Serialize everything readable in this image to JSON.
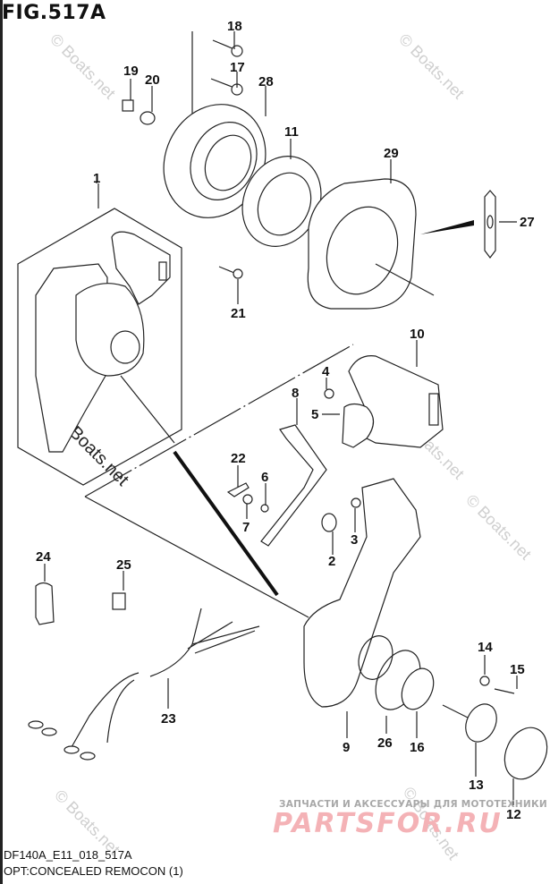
{
  "figure": {
    "title": "FIG.517A",
    "diagram_code": "DF140A_E11_018_517A",
    "caption": "OPT:CONCEALED REMOCON (1)"
  },
  "watermarks": {
    "boats": "© Boats.net",
    "partsfor_tagline": "ЗАПЧАСТИ И АКСЕССУАРЫ ДЛЯ МОТОТЕХНИКИ",
    "partsfor_brand": "PARTSFOR.RU"
  },
  "colors": {
    "line": "#222222",
    "watermark_gray": "#cfcfcf",
    "brand_pink": "#f4b2b6"
  },
  "callouts": [
    {
      "id": "1",
      "part": "remote-control-assembly"
    },
    {
      "id": "2",
      "part": "spring"
    },
    {
      "id": "3",
      "part": "screw"
    },
    {
      "id": "4",
      "part": "screw"
    },
    {
      "id": "5",
      "part": "switch"
    },
    {
      "id": "6",
      "part": "washer"
    },
    {
      "id": "7",
      "part": "bolt"
    },
    {
      "id": "8",
      "part": "lever"
    },
    {
      "id": "9",
      "part": "lever-housing"
    },
    {
      "id": "10",
      "part": "handle-cover"
    },
    {
      "id": "11",
      "part": "ring"
    },
    {
      "id": "12",
      "part": "cap"
    },
    {
      "id": "13",
      "part": "shaft"
    },
    {
      "id": "14",
      "part": "washer"
    },
    {
      "id": "15",
      "part": "screw"
    },
    {
      "id": "16",
      "part": "plate"
    },
    {
      "id": "17",
      "part": "screw"
    },
    {
      "id": "18",
      "part": "screw"
    },
    {
      "id": "19",
      "part": "nut"
    },
    {
      "id": "20",
      "part": "washer"
    },
    {
      "id": "21",
      "part": "screw"
    },
    {
      "id": "22",
      "part": "clip"
    },
    {
      "id": "23",
      "part": "wiring-harness"
    },
    {
      "id": "24",
      "part": "cap"
    },
    {
      "id": "25",
      "part": "clip"
    },
    {
      "id": "26",
      "part": "seal-ring"
    },
    {
      "id": "27",
      "part": "cable-tie"
    },
    {
      "id": "28",
      "part": "housing-plate"
    },
    {
      "id": "29",
      "part": "gasket"
    }
  ]
}
